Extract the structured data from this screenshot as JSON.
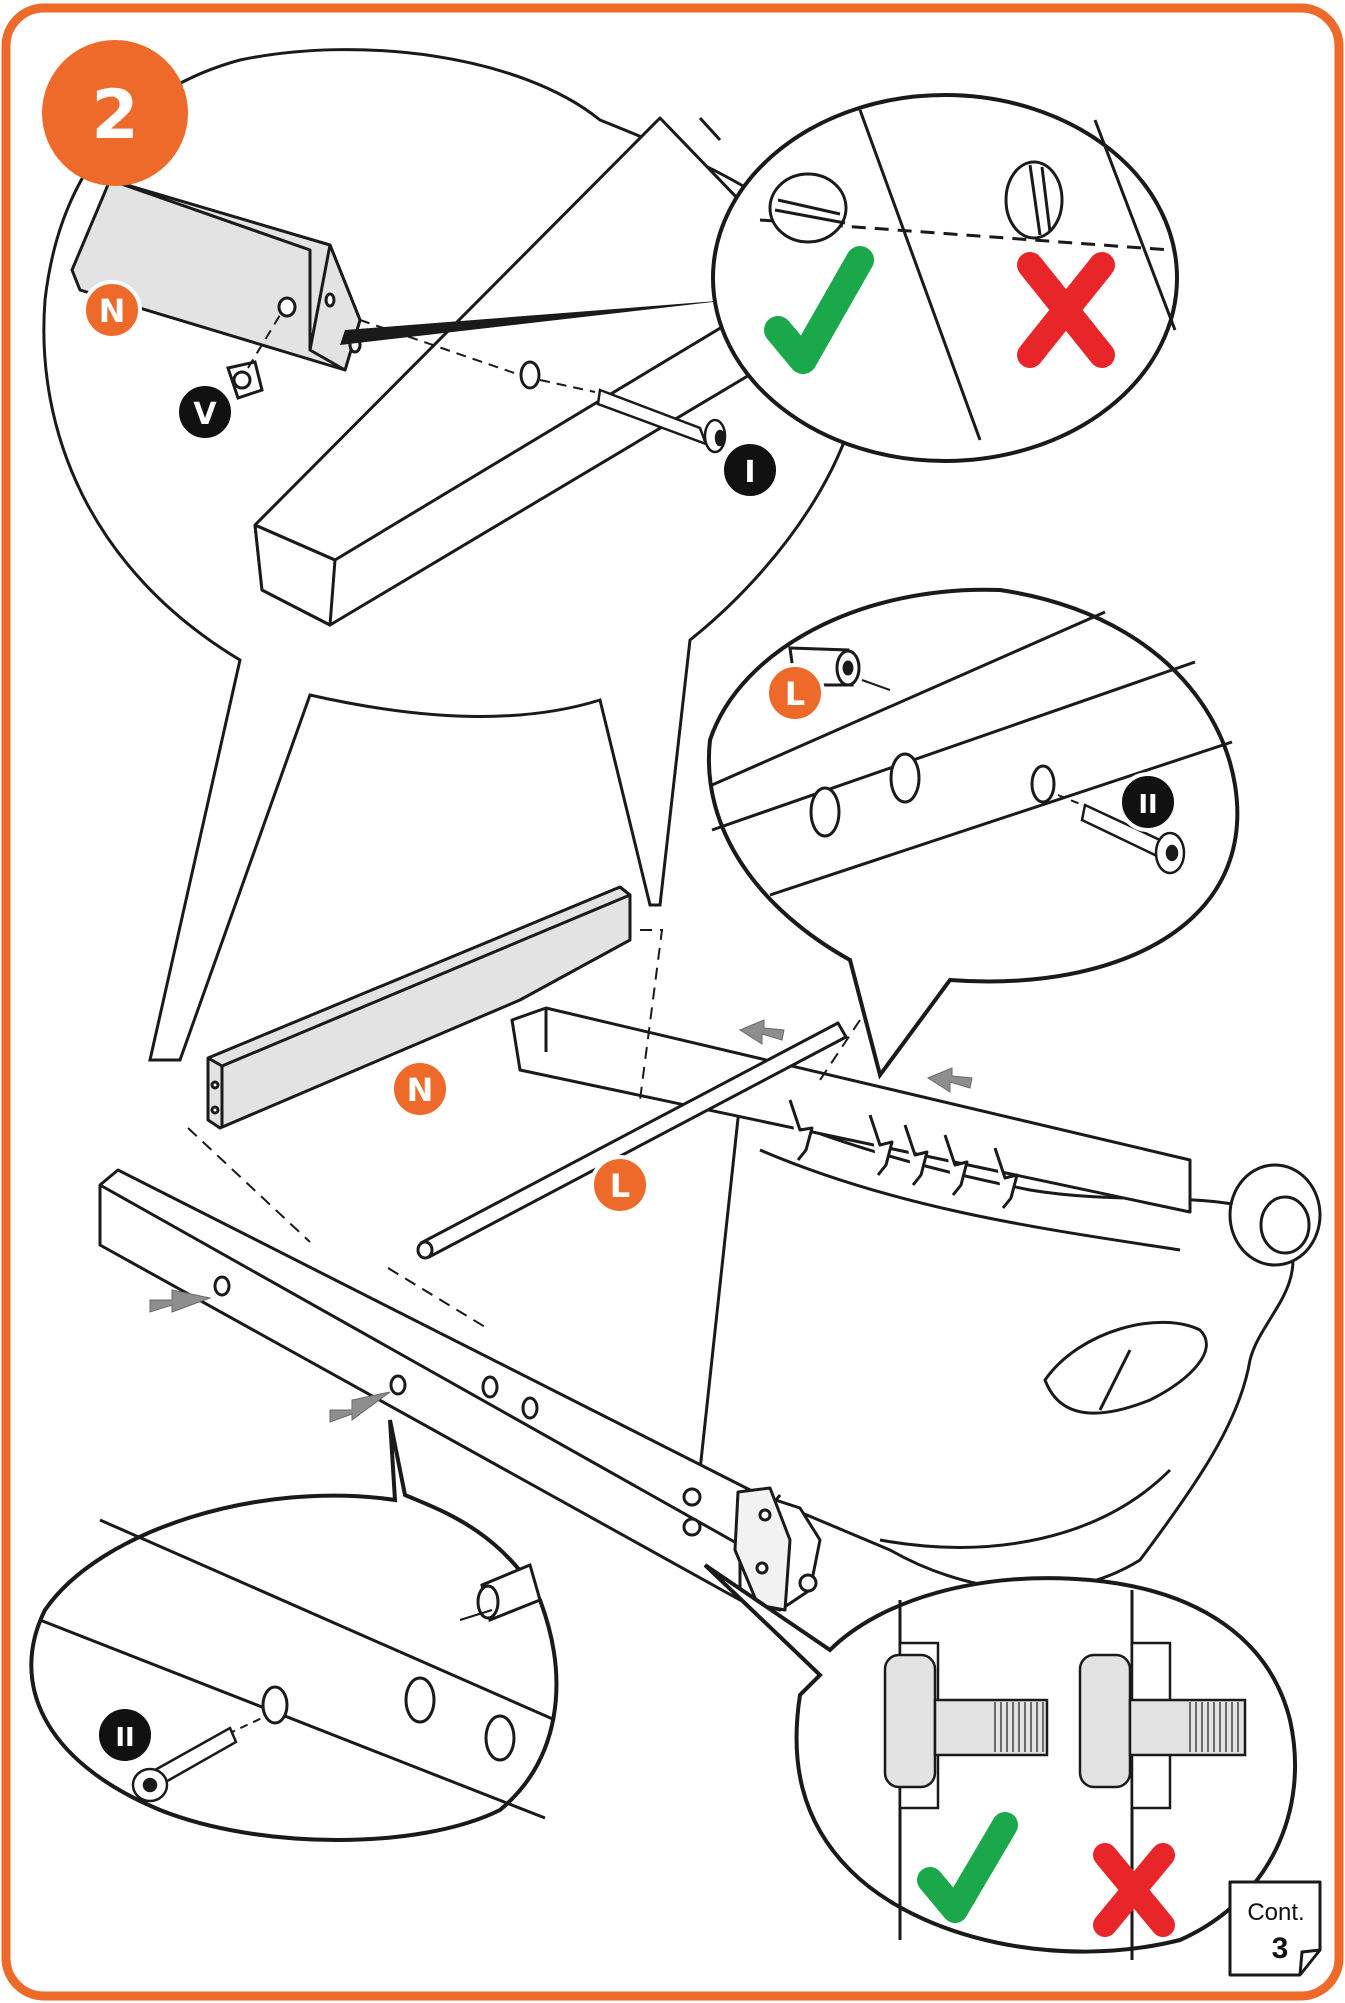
{
  "step": {
    "number": "2"
  },
  "parts": {
    "N": "N",
    "L": "L",
    "V": "V",
    "I": "I",
    "II": "II"
  },
  "footer": {
    "cont_label": "Cont.",
    "cont_number": "3"
  },
  "colors": {
    "accent_orange": "#ee6a2a",
    "badge_black": "#111111",
    "check_green": "#1aa84a",
    "cross_red": "#e8262a",
    "part_gray": "#e3e3e3",
    "line": "#1a1a1a",
    "arrow_gray": "#8e8e8e"
  },
  "icons": [
    "check-icon",
    "cross-icon",
    "arrow-icon",
    "page-curl-icon"
  ]
}
